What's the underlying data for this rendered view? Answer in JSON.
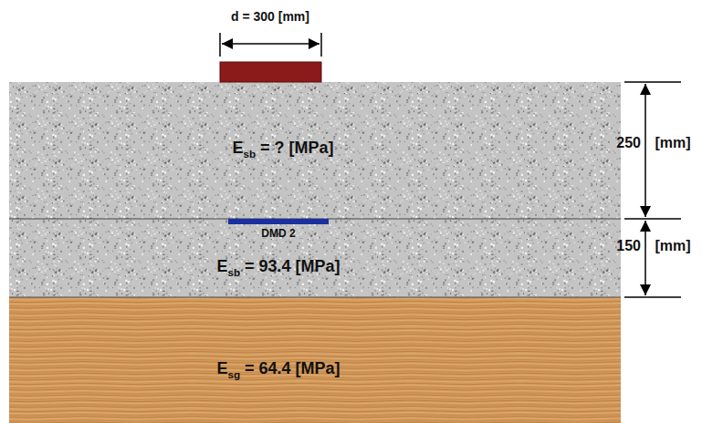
{
  "diagram": {
    "nodes": [
      {
        "text": [
          "Esb = ? [MPa]"
        ]
      },
      {
        "text": [
          "Esb = 93.4 [MPa]"
        ]
      },
      {
        "text": [
          "Esg = 64.4 [MPa]"
        ]
      }
    ],
    "labels": [
      "d = 300 [mm]",
      "DMD 2",
      "250",
      "[mm]",
      "150",
      "[mm]"
    ]
  }
}
